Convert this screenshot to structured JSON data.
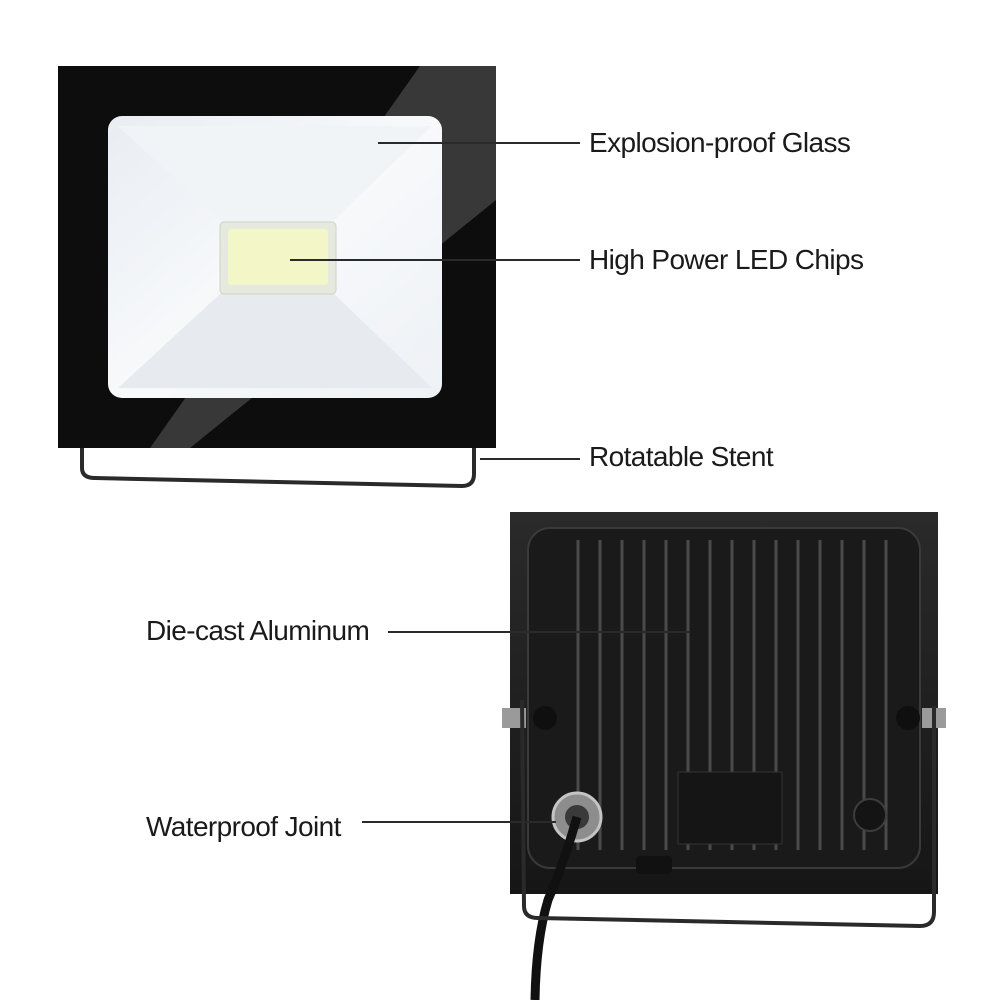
{
  "callouts": {
    "glass": "Explosion-proof Glass",
    "chips": "High Power LED Chips",
    "stent": "Rotatable Stent",
    "aluminum": "Die-cast Aluminum",
    "joint": "Waterproof Joint"
  },
  "colors": {
    "housing": "#0d0d0d",
    "lens": "#f4f6f8",
    "chip": "#f3f7c8",
    "back": "#1f1f1f"
  }
}
